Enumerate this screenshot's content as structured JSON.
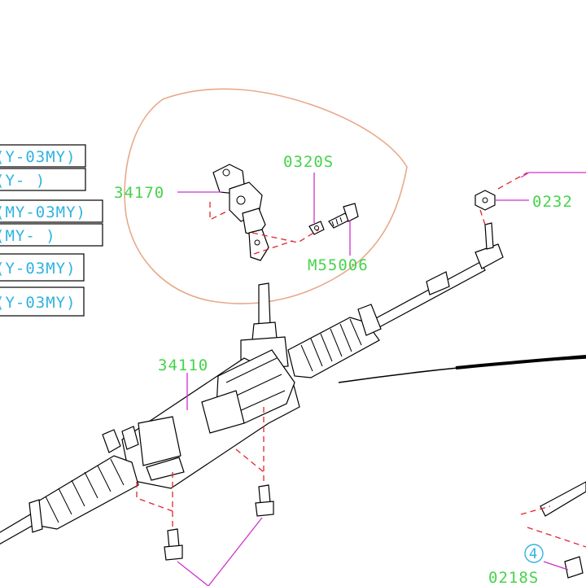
{
  "applicability_boxes": [
    {
      "label": "(Y-03MY)"
    },
    {
      "label": "(Y-          )"
    },
    {
      "label": "(MY-03MY)"
    },
    {
      "label": "(MY-          )"
    },
    {
      "label": "(Y-03MY)"
    },
    {
      "label": "(Y-03MY)"
    }
  ],
  "part_numbers": {
    "p34170": "34170",
    "p0320s": "0320S",
    "pM55006": "M55006",
    "p0232": "0232",
    "p34110": "34110",
    "p0218s": "0218S"
  },
  "callout": {
    "number": "4"
  },
  "colors": {
    "part_number": "#45d44a",
    "applicability": "#2fb3df",
    "leader_line": "#cc33cc",
    "dashed_line": "#e0262d",
    "annotation_circle": "#e8a98a"
  }
}
